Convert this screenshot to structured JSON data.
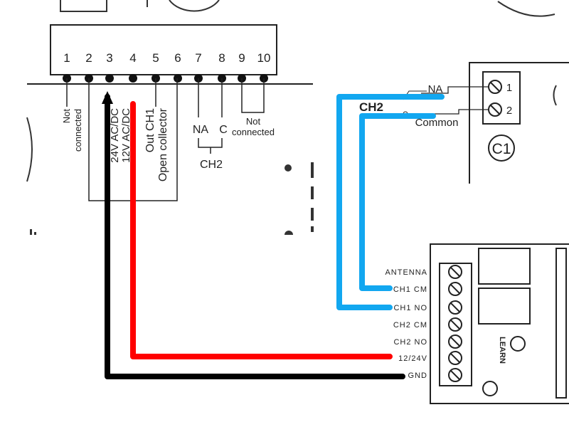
{
  "main_block": {
    "pin_numbers": [
      "1",
      "2",
      "3",
      "4",
      "5",
      "6",
      "7",
      "8",
      "9",
      "10"
    ],
    "pin1_label_line1": "Not",
    "pin1_label_line2": "connected",
    "power_label_line1": "24V AC/DC",
    "power_label_line2": "12V  AC/DC",
    "out_label_line1": "Out CH1",
    "out_label_line2": "Open collector",
    "na_label": "NA",
    "c_label": "C",
    "ch2_group_label": "CH2",
    "nc_label_line1": "Not",
    "nc_label_line2": "connected"
  },
  "ch2_terminal": {
    "overlay_label": "CH2",
    "na_label": "NA",
    "common_label": "Common",
    "pin1": "1",
    "pin2": "2",
    "connector_id": "C1"
  },
  "receiver": {
    "terminals": [
      "ANTENNA",
      "CH1 CM",
      "CH1 NO",
      "CH2 CM",
      "CH2 NO",
      "12/24V",
      "GND"
    ],
    "learn_label": "LEARN"
  },
  "wire_colors": {
    "power_wire": "#ff0000",
    "ground_wire": "#000000",
    "channel_wires": "#12a7f0"
  }
}
